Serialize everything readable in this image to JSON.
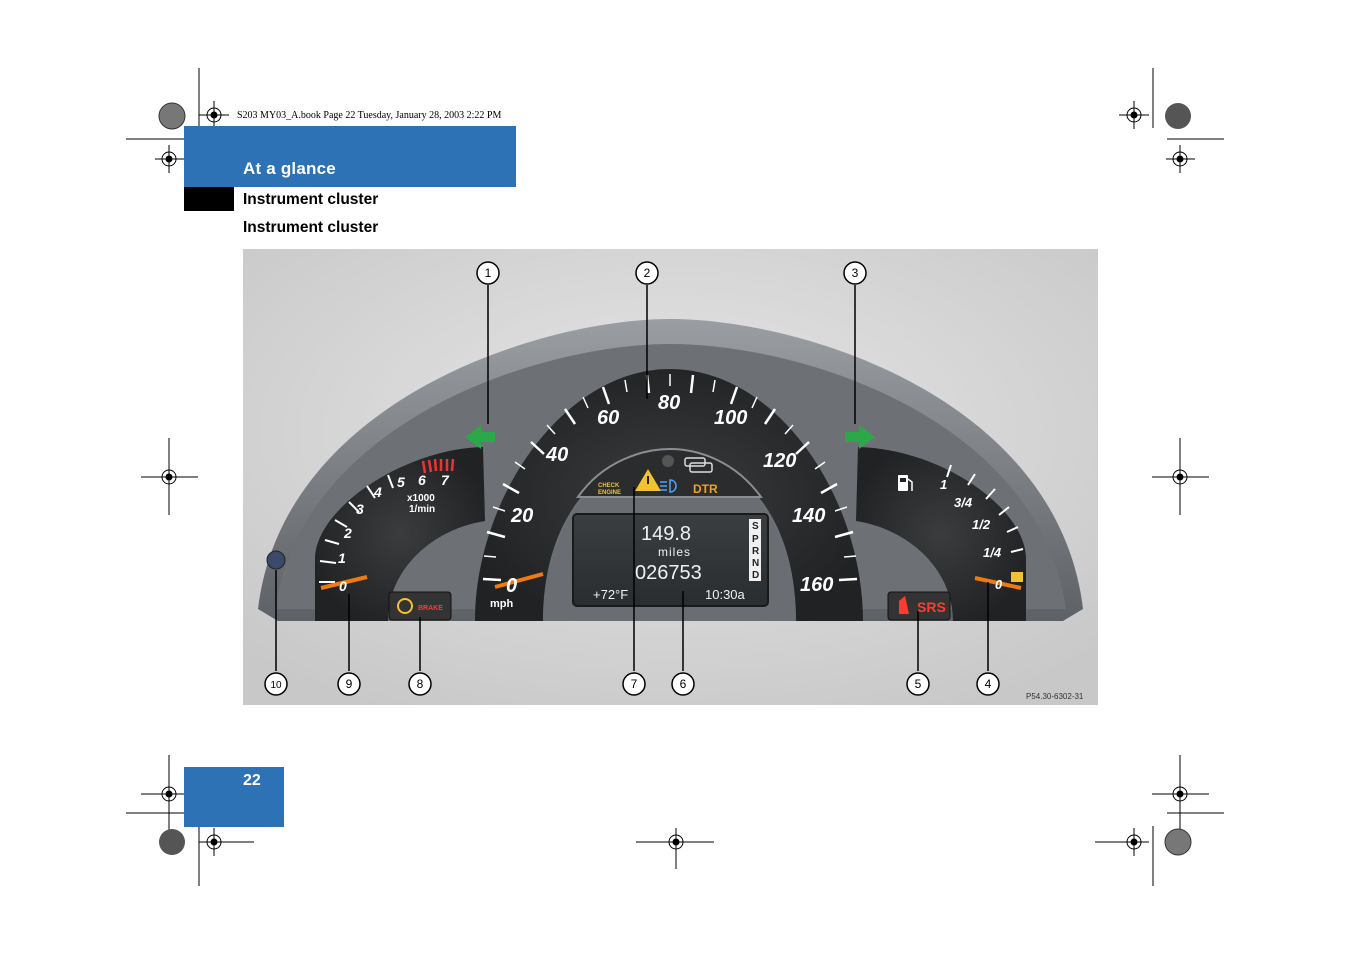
{
  "header": {
    "file_info": "S203 MY03_A.book  Page 22  Tuesday, January 28, 2003  2:22 PM"
  },
  "section": {
    "title": "At a glance",
    "subtitle": "Instrument cluster",
    "heading": "Instrument cluster"
  },
  "figure": {
    "tachometer": {
      "ticks": [
        "0",
        "1",
        "2",
        "3",
        "4",
        "5",
        "6",
        "7"
      ],
      "unit_line1": "x1000",
      "unit_line2": "1/min"
    },
    "speedometer": {
      "ticks": [
        "0",
        "20",
        "40",
        "60",
        "80",
        "100",
        "120",
        "140",
        "160"
      ],
      "unit": "mph"
    },
    "fuel_gauge": {
      "ticks": [
        "1",
        "3/4",
        "1/2",
        "1/4",
        "0"
      ]
    },
    "warning_panel": {
      "check_engine_line1": "CHECK",
      "check_engine_line2": "ENGINE",
      "dtr": "DTR"
    },
    "display": {
      "trip": "149.8",
      "unit": "miles",
      "odometer": "026753",
      "temperature": "+72°F",
      "clock": "10:30a",
      "gears": [
        "P",
        "R",
        "N",
        "D"
      ],
      "gear_top": "S"
    },
    "lamps": {
      "brake": "BRAKE",
      "srs": "SRS"
    },
    "callouts": [
      "1",
      "2",
      "3",
      "4",
      "5",
      "6",
      "7",
      "8",
      "9",
      "10"
    ],
    "reference": "P54.30-6302-31"
  },
  "page_number": "22",
  "colors": {
    "section_blue": "#2e72b6",
    "turn_signal_green": "#2aa84a",
    "needle_orange": "#f07a10",
    "warning_yellow": "#f2c230"
  }
}
